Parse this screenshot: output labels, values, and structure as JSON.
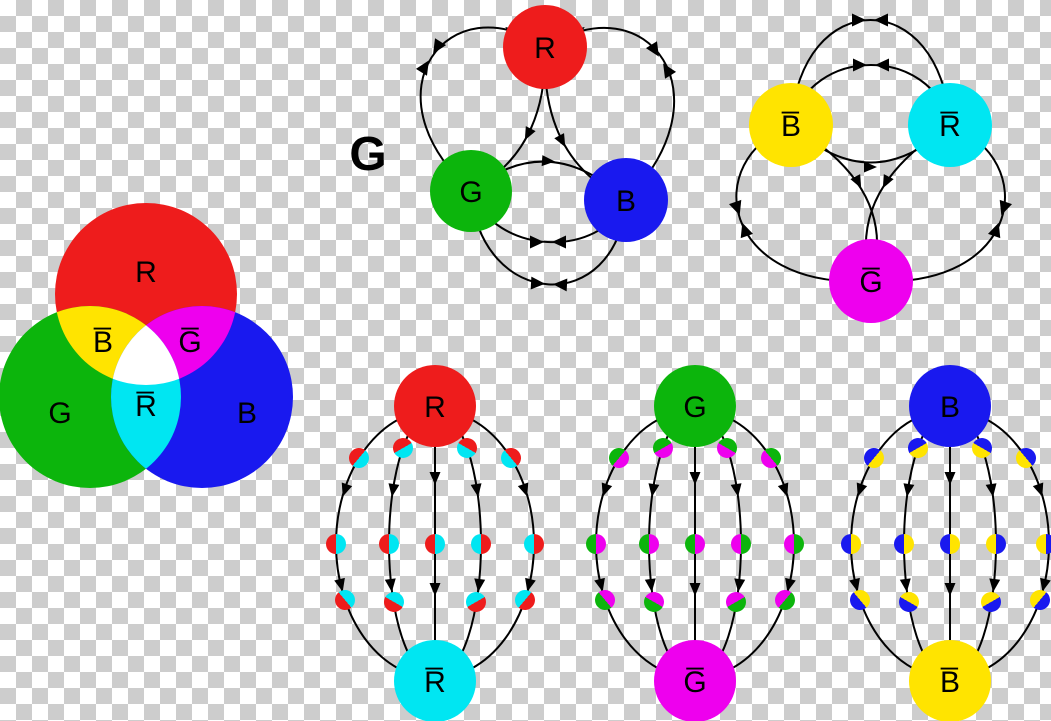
{
  "colors": {
    "red": "#ee1c1c",
    "green": "#0cb50c",
    "blue": "#1919ef",
    "cyan": "#00e6f2",
    "magenta": "#ee00ee",
    "yellow": "#ffe400",
    "white": "#ffffff",
    "line": "#000000",
    "checker_light": "#ffffff",
    "checker_dark": "#cdcdcd"
  },
  "venn": {
    "label_red": "R",
    "label_green": "G",
    "label_blue": "B",
    "label_antiblue": "B̅",
    "label_antigreen": "G̅",
    "label_antired": "R̅"
  },
  "caption": {
    "text": "G"
  },
  "color_triplet": {
    "top": "R",
    "left": "G",
    "right": "B"
  },
  "anticolor_triplet": {
    "left": "B̅",
    "right": "R̅",
    "bottom": "G̅"
  },
  "mesons": [
    {
      "top": "R",
      "bottom": "R̅"
    },
    {
      "top": "G",
      "bottom": "G̅"
    },
    {
      "top": "B",
      "bottom": "B̅"
    }
  ]
}
